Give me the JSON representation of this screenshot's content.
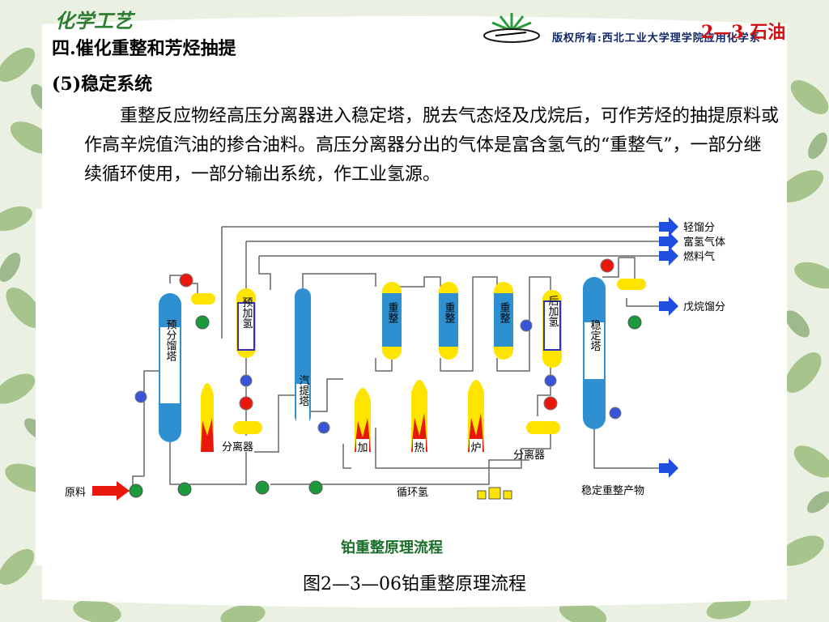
{
  "header": {
    "logo_text": "化学工艺",
    "copyright": "版权所有:西北工业大学理学院应用化学系",
    "chapter": "2—3 石油"
  },
  "section_title": "四.催化重整和芳烃抽提",
  "subsection_title": "(5)稳定系统",
  "body_text": "重整反应物经高压分离器进入稳定塔，脱去气态烃及戊烷后，可作芳烃的抽提原料或作高辛烷值汽油的掺合油料。高压分离器分出的气体是富含氢气的“重整气”，一部分继续循环使用，一部分输出系统，作工业氢源。",
  "diagram": {
    "outputs": [
      "轻馏分",
      "富氢气体",
      "燃料气",
      "戊烷馏分"
    ],
    "feed_label": "原料",
    "prefrac_tower": "预分馏塔",
    "prehydro_reactor": "预加氢",
    "stripper": "汽提塔",
    "reformer_1": "重整",
    "reformer_2": "重整",
    "reformer_3": "重整",
    "post_hydro": "后加氢",
    "stabilizer": "稳定塔",
    "furnace_1": "加",
    "furnace_2": "热",
    "furnace_3": "炉",
    "separator_1": "分离器",
    "separator_2": "分离器",
    "recycle_h2": "循环氢",
    "product": "稳定重整产物",
    "diagram_title": "铂重整原理流程"
  },
  "caption": "图2—3—06铂重整原理流程",
  "colors": {
    "vessel_blue": "#2e8fd1",
    "reactor_yellow": "#ffe400",
    "flame_red": "#e8190c",
    "pump_green": "#1a9a3a",
    "arrow_blue": "#1e4fe0",
    "chapter_red": "#d01010"
  }
}
